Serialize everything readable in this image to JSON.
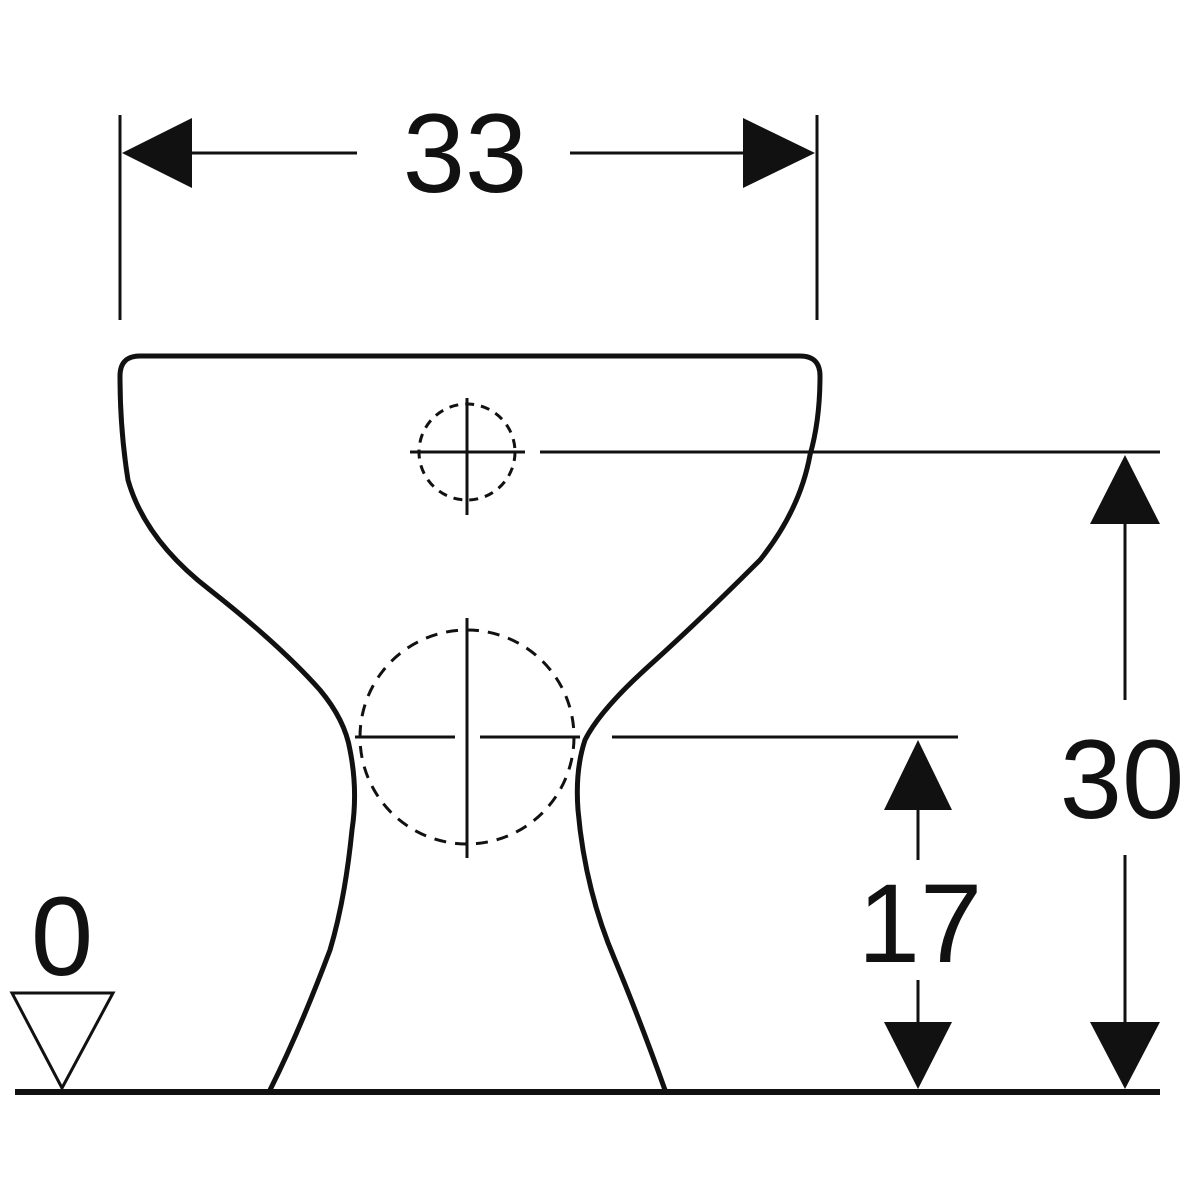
{
  "dimensions": {
    "width": "33",
    "outlet_height": "17",
    "inlet_height": "30",
    "floor_level": "0"
  },
  "colors": {
    "line": "#111111",
    "background": "#ffffff"
  }
}
